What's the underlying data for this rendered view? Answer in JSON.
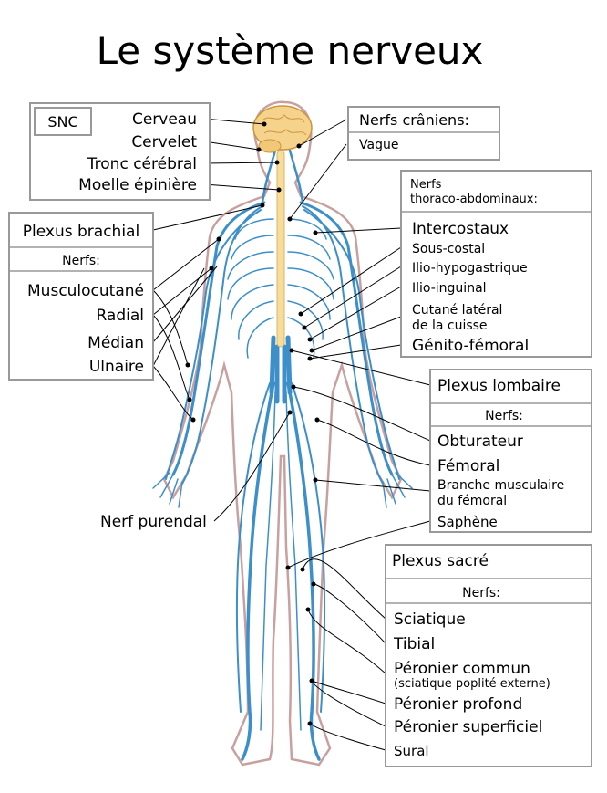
{
  "title": "Le système nerveux",
  "colors": {
    "nerve": "#3d8fc9",
    "brain": "#f5d38c",
    "spinal_cord": "#f7dc9a",
    "body_outline": "#c9a0a0",
    "box_border": "#999999"
  },
  "cns": {
    "header": "SNC",
    "items": [
      "Cerveau",
      "Cervelet",
      "Tronc cérébral",
      "Moelle épinière"
    ]
  },
  "cranial": {
    "header": "Nerfs crâniens:",
    "items": [
      "Vague"
    ]
  },
  "thoraco": {
    "header_line1": "Nerfs",
    "header_line2": "thoraco-abdominaux:",
    "items": [
      "Intercostaux",
      "Sous-costal",
      "Ilio-hypogastrique",
      "Ilio-inguinal"
    ],
    "cutane_line1": "Cutané latéral",
    "cutane_line2": "de la cuisse",
    "genito": "Génito-fémoral"
  },
  "brachial": {
    "header": "Plexus brachial",
    "sub": "Nerfs:",
    "items": [
      "Musculocutané",
      "Radial",
      "Médian",
      "Ulnaire"
    ]
  },
  "lumbar": {
    "header": "Plexus lombaire",
    "sub": "Nerfs:",
    "items": [
      "Obturateur",
      "Fémoral"
    ],
    "branche_line1": "Branche musculaire",
    "branche_line2": "du fémoral",
    "saphene": "Saphène"
  },
  "pudendal": "Nerf purendal",
  "sacral": {
    "header": "Plexus sacré",
    "sub": "Nerfs:",
    "items": [
      "Sciatique",
      "Tibial"
    ],
    "peronier_commun": "Péronier commun",
    "peronier_commun_sub": "(sciatique poplité externe)",
    "items2": [
      "Péronier profond",
      "Péronier superficiel",
      "Sural"
    ]
  }
}
